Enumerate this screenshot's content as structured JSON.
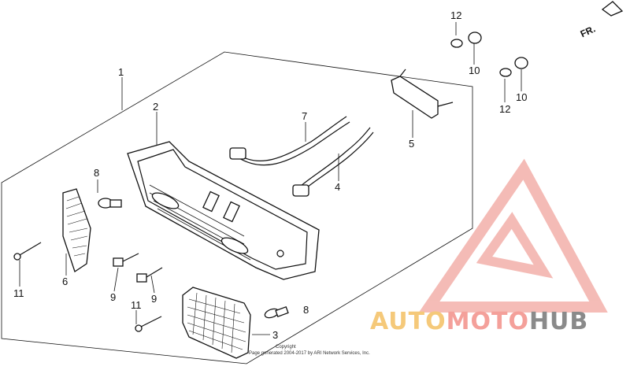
{
  "callouts": {
    "c1": "1",
    "c2": "2",
    "c3": "3",
    "c4": "4",
    "c5": "5",
    "c6": "6",
    "c7": "7",
    "c8a": "8",
    "c8b": "8",
    "c9a": "9",
    "c9b": "9",
    "c10a": "10",
    "c10b": "10",
    "c11a": "11",
    "c11b": "11",
    "c12a": "12",
    "c12b": "12"
  },
  "direction_label": "FR.",
  "copyright": {
    "line1": "Copyright",
    "line2": "Page generated 2004-2017 by ARI Network Services, Inc."
  },
  "watermark": {
    "text_auto": "AUTO",
    "text_moto": "MOTO",
    "text_hub": "HUB",
    "color_auto": "#f5c97a",
    "color_moto": "#f4a09a",
    "color_hub": "#8a8a8a",
    "triangle_color": "#f3b0aa"
  }
}
